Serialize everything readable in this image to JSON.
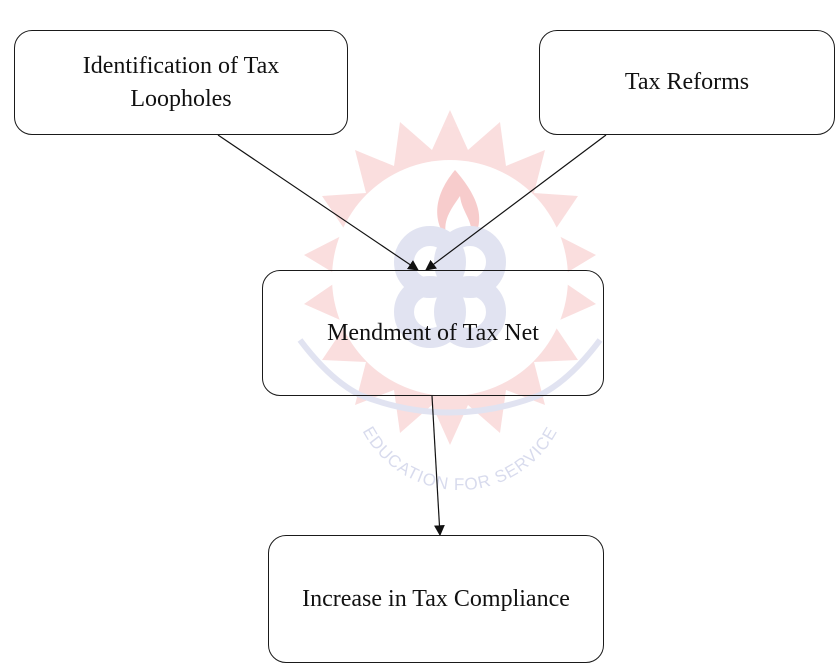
{
  "diagram": {
    "nodes": [
      {
        "id": "loopholes",
        "label": "Identification of Tax Loopholes"
      },
      {
        "id": "reforms",
        "label": "Tax Reforms"
      },
      {
        "id": "mendment",
        "label": "Mendment of Tax Net"
      },
      {
        "id": "compliance",
        "label": "Increase in Tax Compliance"
      }
    ],
    "edges": [
      {
        "from": "loopholes",
        "to": "mendment"
      },
      {
        "from": "reforms",
        "to": "mendment"
      },
      {
        "from": "mendment",
        "to": "compliance"
      }
    ]
  },
  "watermark": {
    "motto": "EDUCATION FOR SERVICE",
    "colors": {
      "sun": "#f2a7a7",
      "emblem": "#c8cce6"
    }
  }
}
